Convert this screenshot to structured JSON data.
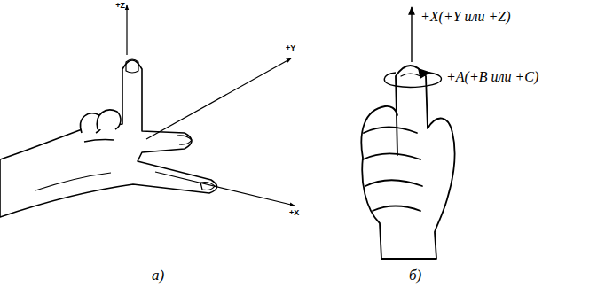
{
  "diagram": {
    "labels": [
      "+Z",
      "+Y",
      "+X",
      "+X(+Y или +Z)",
      "+A(+B или +C)",
      "а)",
      "б)"
    ]
  }
}
